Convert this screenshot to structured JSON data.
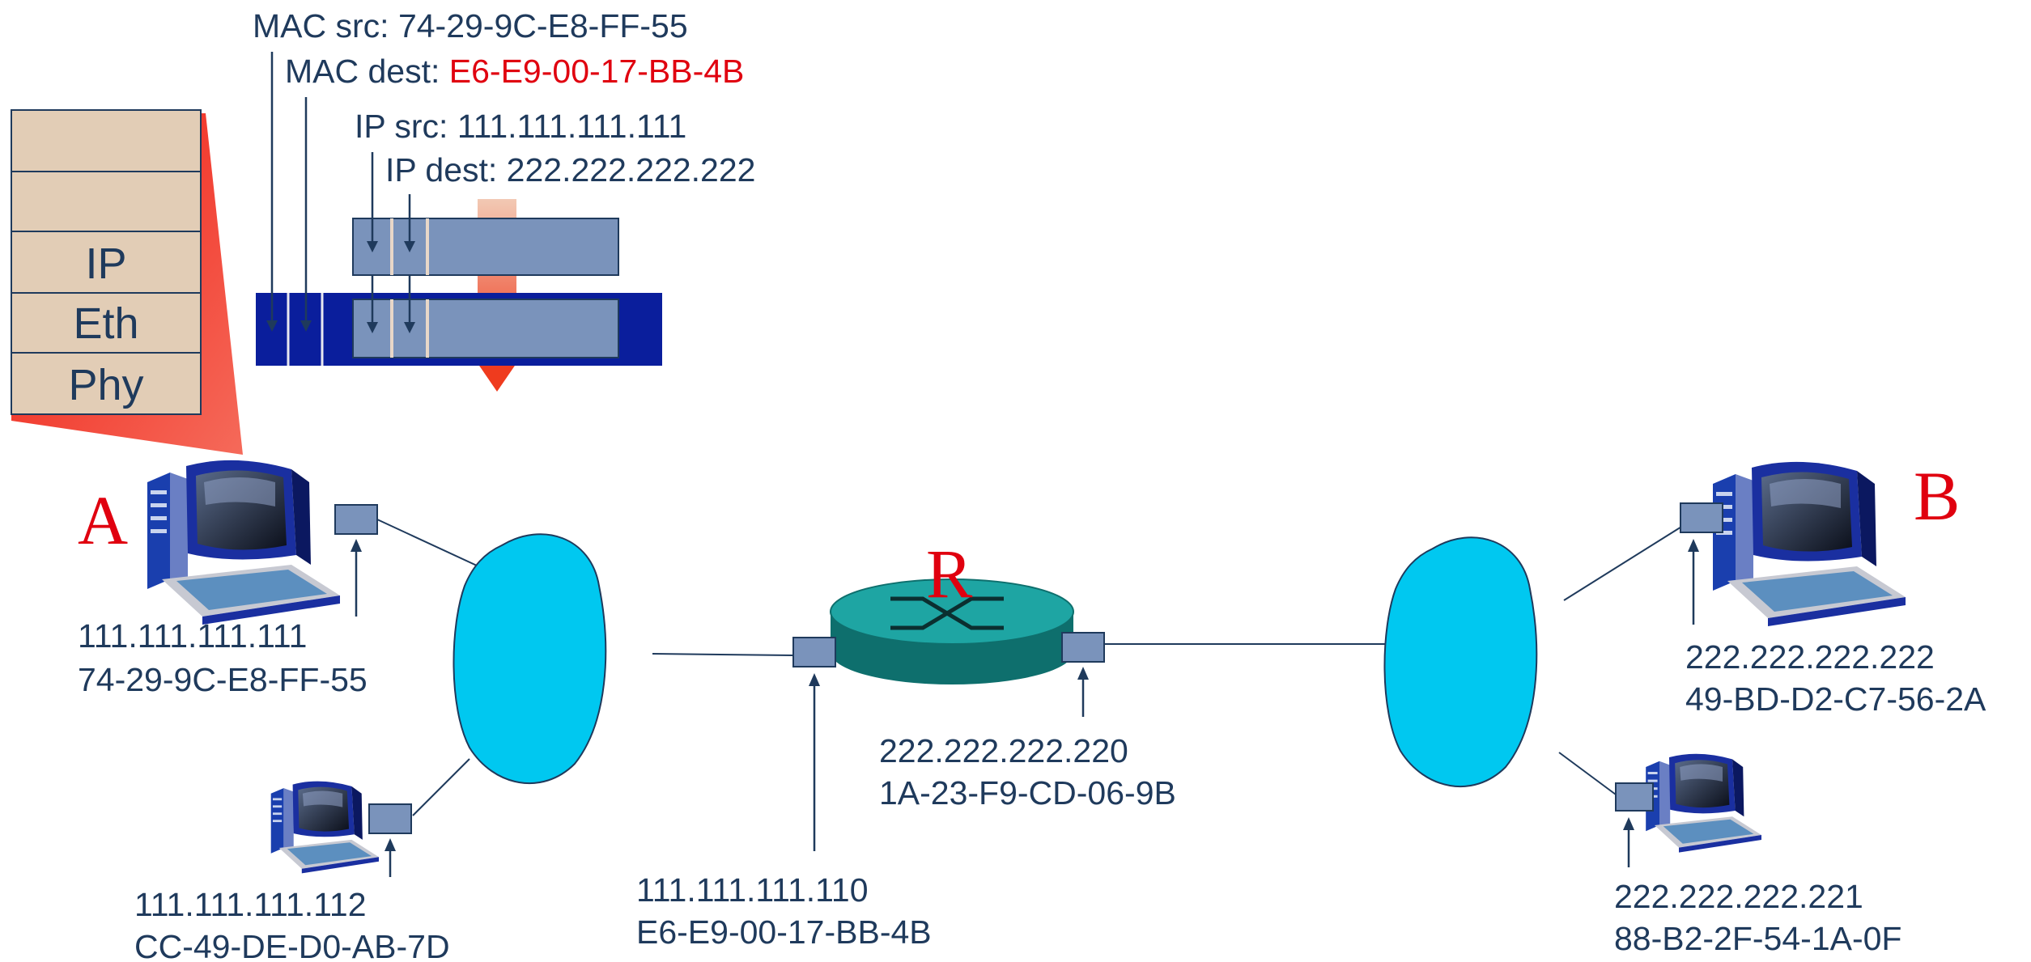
{
  "frame_labels": {
    "mac_src_label": "MAC src: ",
    "mac_src_value": "74-29-9C-E8-FF-55",
    "mac_dest_label": "MAC dest: ",
    "mac_dest_value": "E6-E9-00-17-BB-4B",
    "ip_src": "IP src: 111.111.111.111",
    "ip_dest": "IP dest: 222.222.222.222"
  },
  "protocol_stack": {
    "layers": [
      "",
      "",
      "IP",
      "Eth",
      "Phy"
    ]
  },
  "nodes": {
    "A": {
      "name": "A",
      "ip": "111.111.111.111",
      "mac": "74-29-9C-E8-FF-55"
    },
    "A2": {
      "ip": "111.111.111.112",
      "mac": "CC-49-DE-D0-AB-7D"
    },
    "R": {
      "name": "R",
      "left_ip": "111.111.111.110",
      "left_mac": "E6-E9-00-17-BB-4B",
      "right_ip": "222.222.222.220",
      "right_mac": "1A-23-F9-CD-06-9B"
    },
    "B": {
      "name": "B",
      "ip": "222.222.222.222",
      "mac": "49-BD-D2-C7-56-2A"
    },
    "B2": {
      "ip": "222.222.222.221",
      "mac": "88-B2-2F-54-1A-0F"
    }
  },
  "colors": {
    "text": "#1f3a5c",
    "highlight": "#e0000f",
    "cloud": "#00c8f0",
    "frame_header": "#0a1e9c",
    "payload": "#7a93bb",
    "stack_fill": "#e2cdb6",
    "router_top": "#1ea5a3",
    "router_side": "#0e6f6d"
  }
}
